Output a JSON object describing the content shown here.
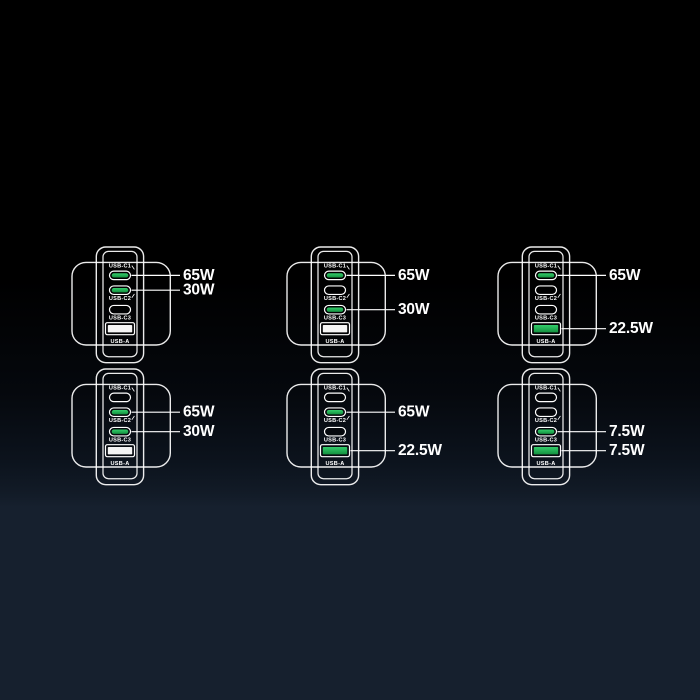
{
  "background": {
    "top_color": "#000000",
    "bottom_color": "#16202e"
  },
  "accent": {
    "active_green": "#1fb254",
    "green_bright": "#33cc6a",
    "green_dark": "#149140",
    "port_white": "#f4f4f4",
    "outline_white": "#ffffff"
  },
  "chargers": [
    {
      "position": "top-left",
      "ports": [
        {
          "label": "USB-C1",
          "type": "usb-c",
          "state": "green",
          "wattage": "65W"
        },
        {
          "label": "USB-C2",
          "type": "usb-c",
          "state": "green",
          "wattage": "30W"
        },
        {
          "label": "USB-C3",
          "type": "usb-c",
          "state": "outline",
          "wattage": ""
        },
        {
          "label": "USB-A",
          "type": "usb-a",
          "state": "white",
          "wattage": ""
        }
      ]
    },
    {
      "position": "top-middle",
      "ports": [
        {
          "label": "USB-C1",
          "type": "usb-c",
          "state": "green",
          "wattage": "65W"
        },
        {
          "label": "USB-C2",
          "type": "usb-c",
          "state": "outline",
          "wattage": ""
        },
        {
          "label": "USB-C3",
          "type": "usb-c",
          "state": "green",
          "wattage": "30W"
        },
        {
          "label": "USB-A",
          "type": "usb-a",
          "state": "white",
          "wattage": ""
        }
      ]
    },
    {
      "position": "top-right",
      "ports": [
        {
          "label": "USB-C1",
          "type": "usb-c",
          "state": "green",
          "wattage": "65W"
        },
        {
          "label": "USB-C2",
          "type": "usb-c",
          "state": "outline",
          "wattage": ""
        },
        {
          "label": "USB-C3",
          "type": "usb-c",
          "state": "outline",
          "wattage": ""
        },
        {
          "label": "USB-A",
          "type": "usb-a",
          "state": "green",
          "wattage": "22.5W"
        }
      ]
    },
    {
      "position": "bottom-left",
      "ports": [
        {
          "label": "USB-C1",
          "type": "usb-c",
          "state": "outline",
          "wattage": ""
        },
        {
          "label": "USB-C2",
          "type": "usb-c",
          "state": "green",
          "wattage": "65W"
        },
        {
          "label": "USB-C3",
          "type": "usb-c",
          "state": "green",
          "wattage": "30W"
        },
        {
          "label": "USB-A",
          "type": "usb-a",
          "state": "white",
          "wattage": ""
        }
      ]
    },
    {
      "position": "bottom-middle",
      "ports": [
        {
          "label": "USB-C1",
          "type": "usb-c",
          "state": "outline",
          "wattage": ""
        },
        {
          "label": "USB-C2",
          "type": "usb-c",
          "state": "green",
          "wattage": "65W"
        },
        {
          "label": "USB-C3",
          "type": "usb-c",
          "state": "outline",
          "wattage": ""
        },
        {
          "label": "USB-A",
          "type": "usb-a",
          "state": "green",
          "wattage": "22.5W"
        }
      ]
    },
    {
      "position": "bottom-right",
      "ports": [
        {
          "label": "USB-C1",
          "type": "usb-c",
          "state": "outline",
          "wattage": ""
        },
        {
          "label": "USB-C2",
          "type": "usb-c",
          "state": "outline",
          "wattage": ""
        },
        {
          "label": "USB-C3",
          "type": "usb-c",
          "state": "green",
          "wattage": "7.5W"
        },
        {
          "label": "USB-A",
          "type": "usb-a",
          "state": "green",
          "wattage": "7.5W"
        }
      ]
    }
  ]
}
